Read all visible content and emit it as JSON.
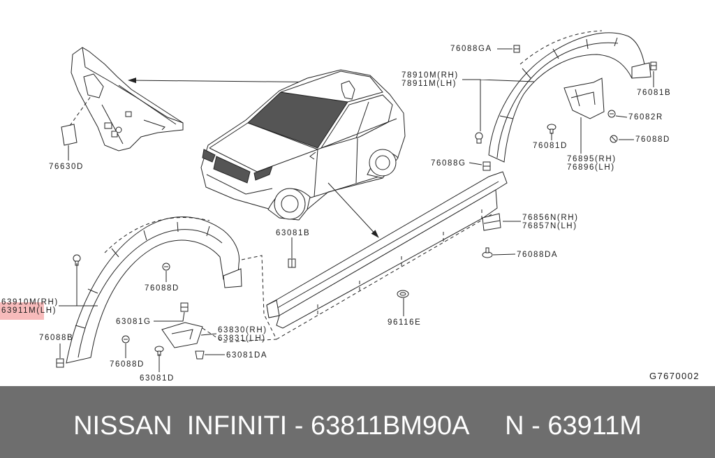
{
  "diagram": {
    "callouts": [
      "76088GA",
      "78910M(RH)",
      "78911M(LH)",
      "76081B",
      "76082R",
      "76088D",
      "76081D",
      "76895(RH)",
      "76896(LH)",
      "76088G",
      "76630D",
      "63081B",
      "76856N(RH)",
      "76857N(LH)",
      "76088DA",
      "76088D",
      "63910M(RH)",
      "63911M(LH)",
      "63081G",
      "96116E",
      "63830(RH)",
      "63831(LH)",
      "76088B",
      "63081DA",
      "76088D",
      "63081D"
    ],
    "figure_code": "G7670002",
    "highlight_color": "#f4a4a4"
  },
  "footer": {
    "text": "NISSAN  INFINITI - 63811BM90A     N - 63911M",
    "background": "#6e6e6e"
  }
}
